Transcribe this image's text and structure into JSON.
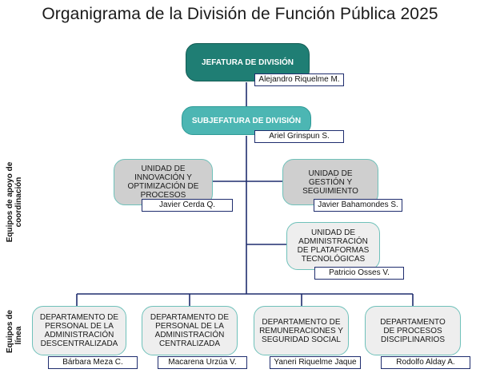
{
  "title": "Organigrama de la División de Función Pública 2025",
  "side_labels": {
    "support": [
      "Equipos de apoyo de",
      "coordinación"
    ],
    "line": [
      "Equipos de",
      "línea"
    ]
  },
  "jefatura": {
    "unit": "JEFATURA DE DIVISIÓN",
    "person": "Alejandro Riquelme M."
  },
  "subjefatura": {
    "unit": "SUBJEFATURA DE DIVISIÓN",
    "person": "Ariel Grinspun S."
  },
  "support_units": [
    {
      "unit": "UNIDAD DE INNOVACIÓN Y OPTIMIZACIÓN DE PROCESOS",
      "person": "Javier Cerda Q."
    },
    {
      "unit": "UNIDAD DE GESTIÓN Y SEGUIMIENTO",
      "person": "Javier Bahamondes S."
    },
    {
      "unit": "UNIDAD DE ADMINISTRACIÓN DE PLATAFORMAS TECNOLÓGICAS",
      "person": "Patricio Osses V."
    }
  ],
  "departments": [
    {
      "unit": "DEPARTAMENTO DE PERSONAL DE LA ADMINISTRACIÓN DESCENTRALIZADA",
      "person": "Bárbara Meza C."
    },
    {
      "unit": "DEPARTAMENTO DE PERSONAL DE LA ADMINISTRACIÓN CENTRALIZADA",
      "person": "Macarena Urzúa V."
    },
    {
      "unit": "DEPARTAMENTO DE REMUNERACIONES Y SEGURIDAD SOCIAL",
      "person": "Yaneri Riquelme Jaque"
    },
    {
      "unit": "DEPARTAMENTO DE PROCESOS DISCIPLINARIOS",
      "person": "Rodolfo Alday A."
    }
  ],
  "colors": {
    "jefatura": "#1f7e74",
    "subjefatura": "#4cb6b3",
    "support_box": "#cfcfcf",
    "department_box": "#eeeeee",
    "connector": "#1f2d6e"
  }
}
